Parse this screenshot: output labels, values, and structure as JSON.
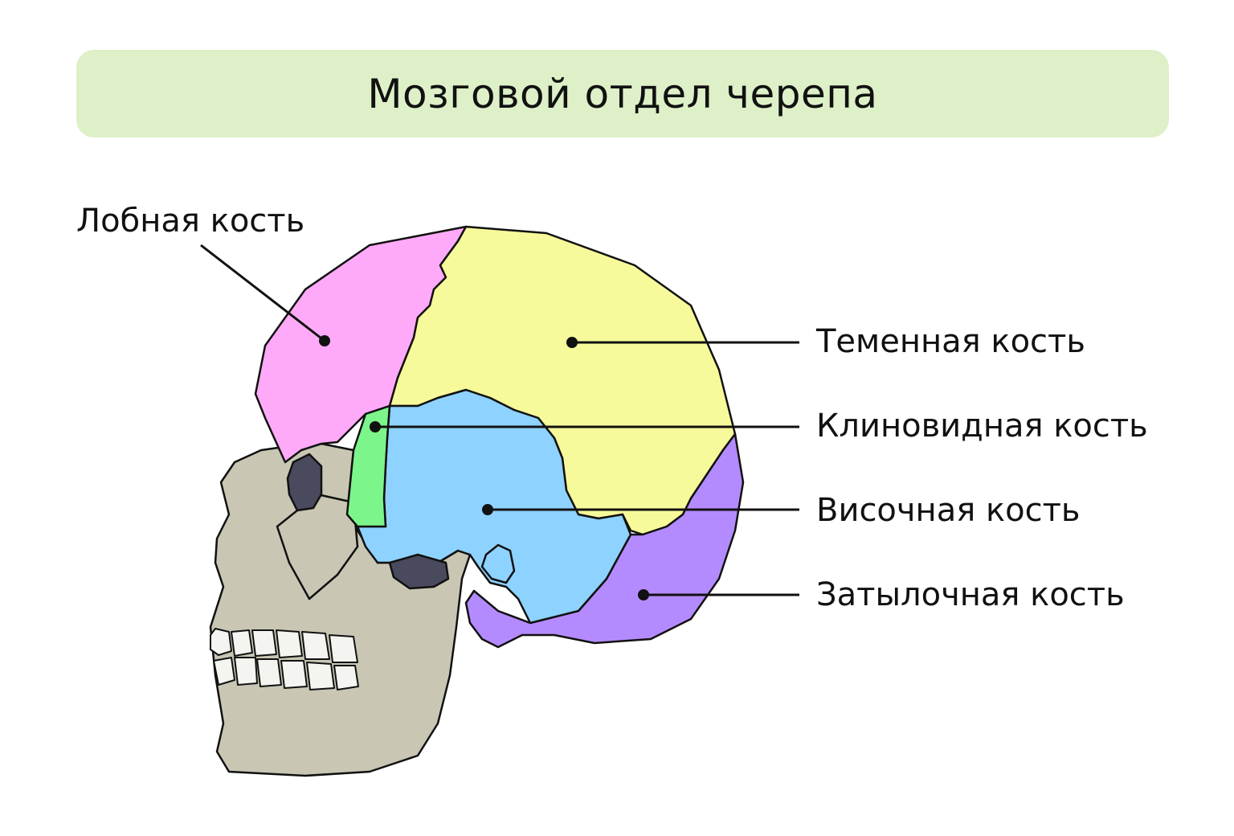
{
  "title": "Мозговой отдел черепа",
  "colors": {
    "banner": "#ddf0c8",
    "frontal": "#ffaaf8",
    "parietal": "#f7fa9a",
    "sphenoid": "#7cf58a",
    "temporal": "#8ed2ff",
    "occipital": "#b48bff",
    "face": "#c9c7b4",
    "orbit": "#4a4a5e",
    "teeth": "#f4f4f0"
  },
  "labels": {
    "frontal": "Лобная кость",
    "parietal": "Теменная кость",
    "sphenoid": "Клиновидная кость",
    "temporal": "Височная кость",
    "occipital": "Затылочная кость"
  }
}
